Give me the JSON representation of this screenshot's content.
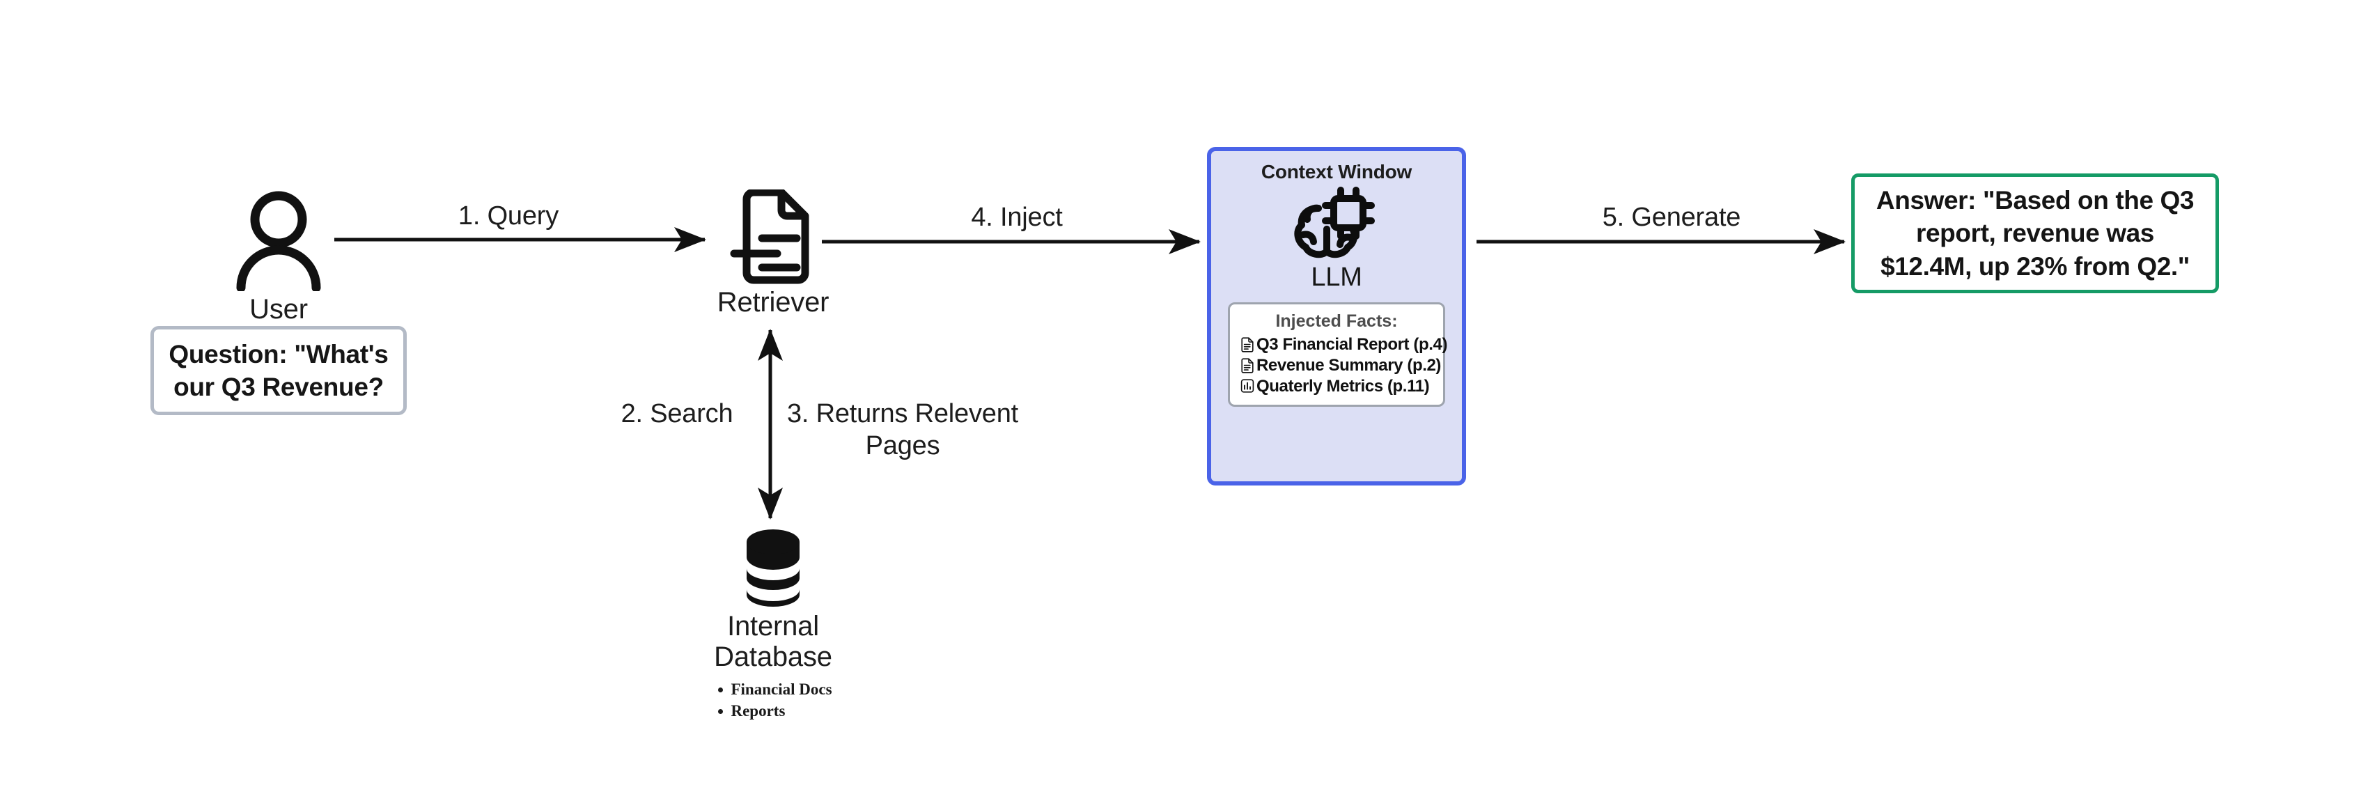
{
  "diagram": {
    "title": "RAG pipeline flow",
    "background": "#ffffff"
  },
  "nodes": {
    "user": {
      "label": "User",
      "icon": "user-icon"
    },
    "question_callout": {
      "text": "Question: \"What's our Q3 Revenue?"
    },
    "retriever": {
      "label": "Retriever",
      "icon": "document-lines-icon"
    },
    "database": {
      "label": "Internal\nDatabase",
      "icon": "database-cylinder-icon",
      "bullets": [
        "Financial Docs",
        "Reports"
      ]
    },
    "context_window": {
      "title": "Context Window",
      "llm_label": "LLM",
      "icon": "brain-chip-icon",
      "border_color": "#4a63e8",
      "fill_color": "#dcdff5",
      "injected_facts": {
        "title": "Injected Facts:",
        "items": [
          {
            "icon": "document-icon",
            "text": "Q3 Financial Report (p.4)"
          },
          {
            "icon": "document-icon",
            "text": "Revenue Summary (p.2)"
          },
          {
            "icon": "bar-chart-icon",
            "text": "Quaterly Metrics (p.11)"
          }
        ]
      }
    },
    "answer": {
      "text": "Answer: \"Based on the Q3 report, revenue was $12.4M, up 23% from Q2.\"",
      "border_color": "#159b66"
    }
  },
  "edges": {
    "query": {
      "label": "1. Query",
      "from": "user",
      "to": "retriever",
      "direction": "right"
    },
    "search": {
      "label": "2. Search",
      "from": "retriever",
      "to": "database",
      "direction": "both"
    },
    "returns": {
      "label": "3. Returns Relevent\nPages",
      "from": "database",
      "to": "retriever",
      "direction": "both"
    },
    "inject": {
      "label": "4. Inject",
      "from": "retriever",
      "to": "context_window",
      "direction": "right"
    },
    "generate": {
      "label": "5. Generate",
      "from": "context_window",
      "to": "answer",
      "direction": "right"
    }
  }
}
